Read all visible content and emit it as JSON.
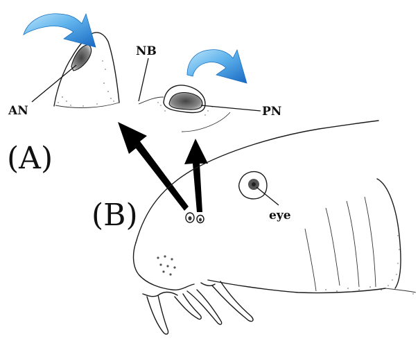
{
  "labels": {
    "anterior_nostril": "AN",
    "nasal_bridge": "NB",
    "posterior_nostril": "PN",
    "eye": "eye",
    "panel_a": "(A)",
    "panel_b": "(B)"
  },
  "colors": {
    "flow_arrow_light": "#7cc6f2",
    "flow_arrow_dark": "#1d7fd0",
    "pointer_arrow": "#000000",
    "line_art": "#1a1a1a"
  },
  "icons": {
    "inflow_arrow": "curved-arrow-icon",
    "outflow_arrow": "curved-arrow-icon",
    "pointer_arrows": "arrow-up-icon"
  }
}
